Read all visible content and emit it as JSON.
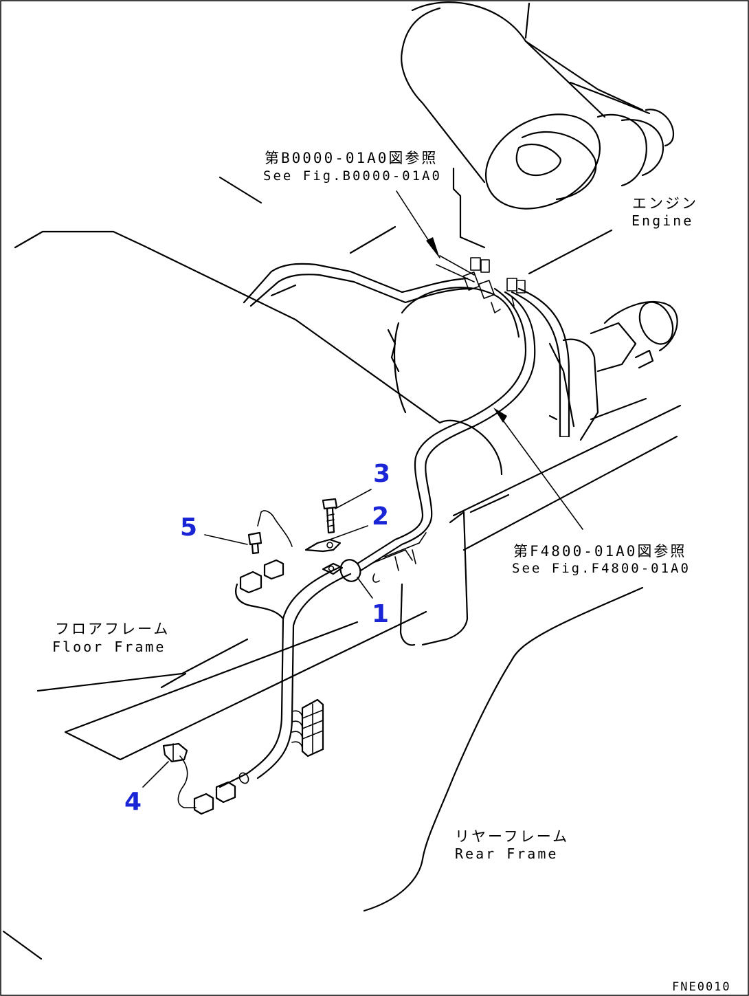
{
  "callouts": {
    "ref_top_jp": "第B0000-01A0図参照",
    "ref_top_en": "See Fig.B0000-01A0",
    "ref_mid_jp": "第F4800-01A0図参照",
    "ref_mid_en": "See Fig.F4800-01A0"
  },
  "components": {
    "engine_jp": "エンジン",
    "engine_en": "Engine",
    "floor_frame_jp": "フロアフレーム",
    "floor_frame_en": "Floor Frame",
    "rear_frame_jp": "リヤーフレーム",
    "rear_frame_en": "Rear Frame"
  },
  "part_numbers": [
    "1",
    "2",
    "3",
    "4",
    "5"
  ],
  "figure_code": "FNE0010",
  "colors": {
    "line": "#000000",
    "part_number": "#1a25d6"
  }
}
